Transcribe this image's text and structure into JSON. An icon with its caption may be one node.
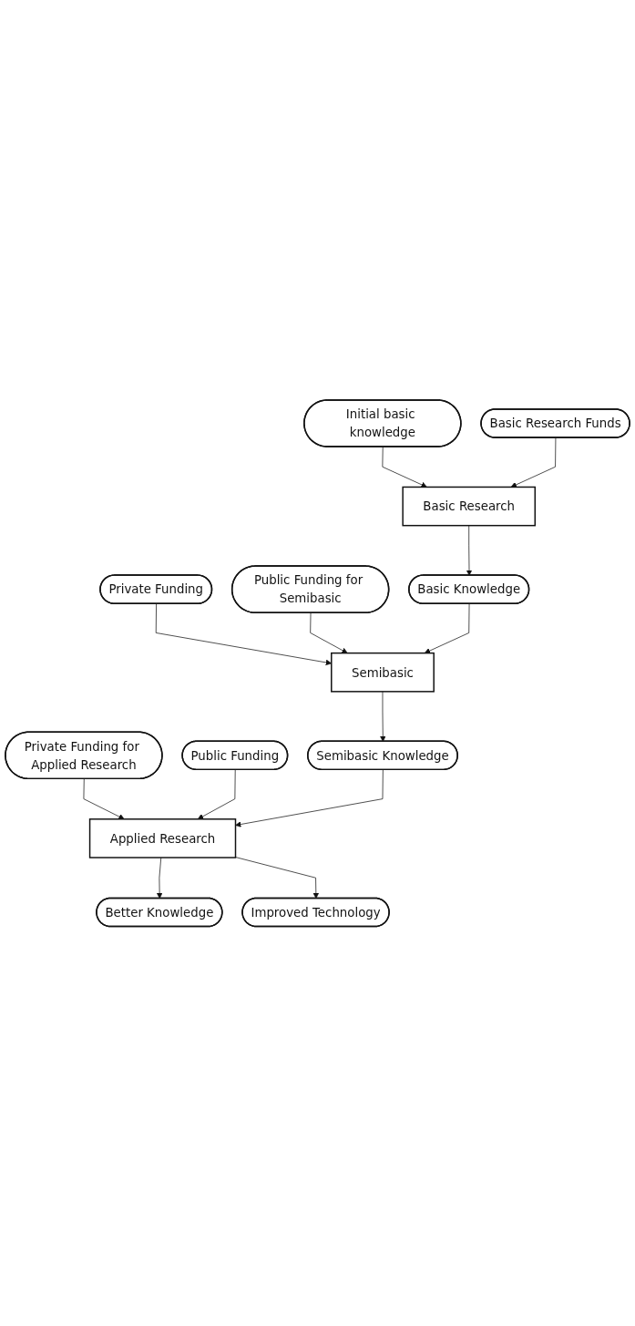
{
  "diagram": {
    "nodes": [
      {
        "text": [
          "Initial basic knowledge"
        ]
      },
      {
        "text": [
          "Basic Research Funds"
        ]
      },
      {
        "text": [
          "Basic Research"
        ]
      },
      {
        "text": [
          "Private Funding"
        ]
      },
      {
        "text": [
          "Public Funding for Semibasic"
        ]
      },
      {
        "text": [
          "Basic Knowledge"
        ]
      },
      {
        "text": [
          "Semibasic"
        ]
      },
      {
        "text": [
          "Private Funding for Applied Research"
        ]
      },
      {
        "text": [
          "Public Funding"
        ]
      },
      {
        "text": [
          "Semibasic Knowledge"
        ]
      },
      {
        "text": [
          "Applied Research"
        ]
      },
      {
        "text": [
          "Better Knowledge"
        ]
      },
      {
        "text": [
          "Improved Technology"
        ]
      }
    ],
    "edges": [
      {
        "from": 0,
        "to": 2,
        "arrow": "to"
      },
      {
        "from": 1,
        "to": 2,
        "arrow": "to"
      },
      {
        "from": 2,
        "to": 5,
        "arrow": "to"
      },
      {
        "from": 3,
        "to": 6,
        "arrow": "to"
      },
      {
        "from": 4,
        "to": 6,
        "arrow": "to"
      },
      {
        "from": 5,
        "to": 6,
        "arrow": "to"
      },
      {
        "from": 6,
        "to": 9,
        "arrow": "to"
      },
      {
        "from": 7,
        "to": 10,
        "arrow": "to"
      },
      {
        "from": 8,
        "to": 10,
        "arrow": "to"
      },
      {
        "from": 9,
        "to": 10,
        "arrow": "to"
      },
      {
        "from": 10,
        "to": 11,
        "arrow": "to"
      },
      {
        "from": 10,
        "to": 12,
        "arrow": "to"
      }
    ]
  }
}
